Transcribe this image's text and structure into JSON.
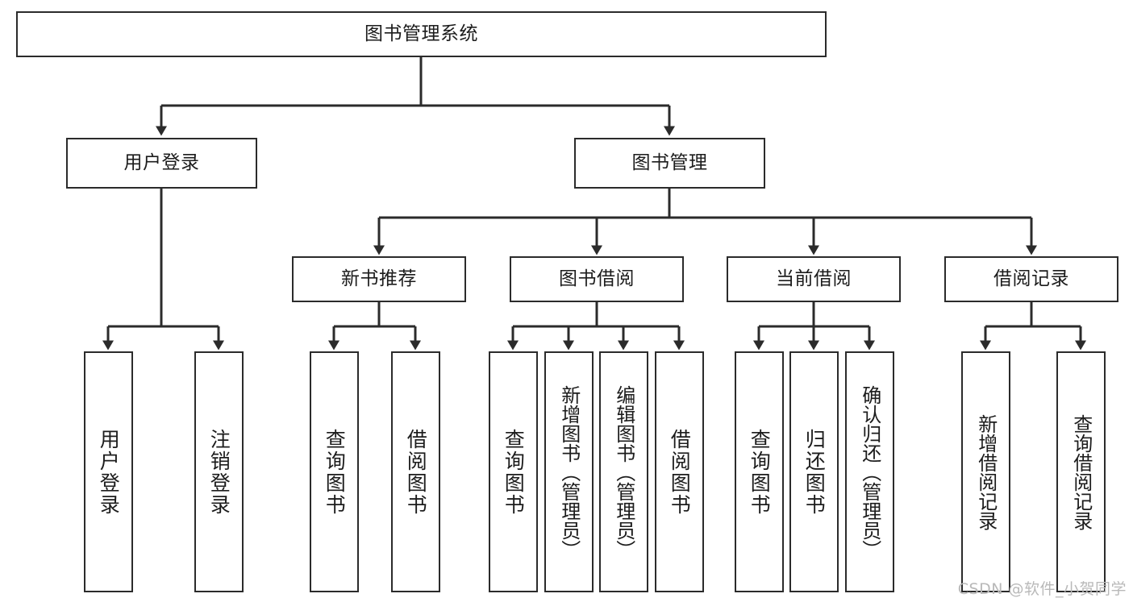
{
  "diagram": {
    "title": "图书管理系统",
    "type": "tree-hierarchy",
    "root": {
      "id": "root",
      "label": "图书管理系统"
    },
    "level2": [
      {
        "id": "user-login",
        "label": "用户登录"
      },
      {
        "id": "book-manage",
        "label": "图书管理"
      }
    ],
    "level3": [
      {
        "id": "new-book-rec",
        "label": "新书推荐"
      },
      {
        "id": "book-borrow",
        "label": "图书借阅"
      },
      {
        "id": "current-borrow",
        "label": "当前借阅"
      },
      {
        "id": "borrow-record",
        "label": "借阅记录"
      }
    ],
    "leaves": {
      "user_login": [
        {
          "id": "leaf-user-login",
          "label": "用户登录"
        },
        {
          "id": "leaf-logout",
          "label": "注销登录"
        }
      ],
      "new_book_rec": [
        {
          "id": "leaf-query-book-1",
          "label": "查询图书"
        },
        {
          "id": "leaf-borrow-book-1",
          "label": "借阅图书"
        }
      ],
      "book_borrow": [
        {
          "id": "leaf-query-book-2",
          "label": "查询图书"
        },
        {
          "id": "leaf-add-book",
          "label": "新增图书（管理员）"
        },
        {
          "id": "leaf-edit-book",
          "label": "编辑图书（管理员）"
        },
        {
          "id": "leaf-borrow-book-2",
          "label": "借阅图书"
        }
      ],
      "current_borrow": [
        {
          "id": "leaf-query-book-3",
          "label": "查询图书"
        },
        {
          "id": "leaf-return-book",
          "label": "归还图书"
        },
        {
          "id": "leaf-confirm-return",
          "label": "确认归还（管理员）"
        }
      ],
      "borrow_record": [
        {
          "id": "leaf-add-record",
          "label": "新增借阅记录"
        },
        {
          "id": "leaf-query-record",
          "label": "查询借阅记录"
        }
      ]
    }
  },
  "watermark": {
    "text": "CSDN @软件_小贺同学"
  },
  "colors": {
    "stroke": "#2b2b2b",
    "background": "#ffffff",
    "text": "#1c1c1c",
    "watermark": "#b9b9b9"
  }
}
